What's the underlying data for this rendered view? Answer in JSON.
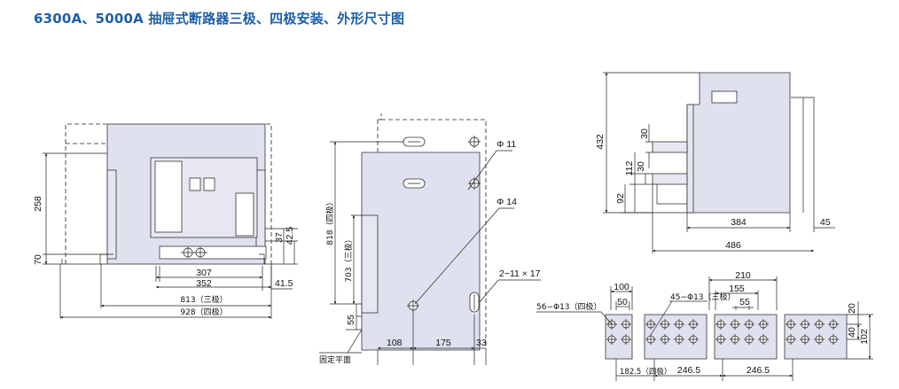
{
  "title": "6300A、5000A 抽屉式断路器三极、四极安装、外形尺寸图",
  "front": {
    "d258": "258",
    "d70": "70",
    "d37": "37",
    "d42_5": "42.5",
    "d307": "307",
    "d352": "352",
    "d41_5": "41.5",
    "d813": "813（三极）",
    "d928": "928（四极）"
  },
  "mount": {
    "phi11": "Φ 11",
    "phi14": "Φ 14",
    "slot": "2−11 × 17",
    "d818": "818（四极）",
    "d703": "703（三极）",
    "d55": "55",
    "d108": "108",
    "d175": "175",
    "d33": "33",
    "plane": "固定平面"
  },
  "side": {
    "d432": "432",
    "d30a": "30",
    "d112": "112",
    "d30b": "30",
    "d92": "92",
    "d384": "384",
    "d45": "45",
    "d486": "486"
  },
  "terminal": {
    "d210": "210",
    "d155": "155",
    "d100": "100",
    "d55": "55",
    "d50": "50",
    "h56": "56−Φ13（四极）",
    "h45": "45−Φ13（三极）",
    "d20": "20",
    "d40": "40",
    "d102": "102",
    "d182": "182.5（四极）",
    "d246a": "246.5",
    "d246b": "246.5"
  }
}
